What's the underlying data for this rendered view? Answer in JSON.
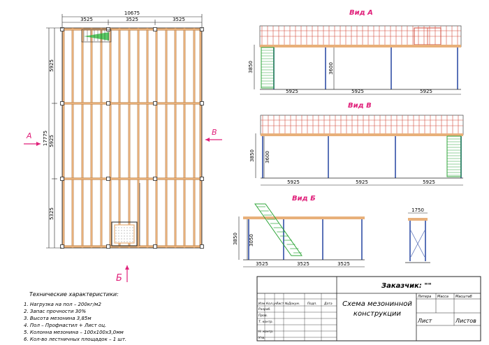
{
  "plan": {
    "dim_total": "10675",
    "dim_bays": [
      "3525",
      "3525",
      "3525"
    ],
    "dim_height_total": "17775",
    "dim_rows": [
      "5925",
      "5925",
      "5325"
    ],
    "label_a": "A",
    "label_v": "B",
    "label_b": "Б"
  },
  "view_a": {
    "title": "Вид А",
    "height_left": "3850",
    "height_inner": "3600",
    "spans": [
      "5925",
      "5925",
      "5925"
    ]
  },
  "view_v": {
    "title": "Вид В",
    "height_left": "3850",
    "height_inner": "3600",
    "spans": [
      "5925",
      "5925",
      "5925"
    ]
  },
  "view_b": {
    "title": "Вид Б",
    "height_left": "3850",
    "height_inner": "3050",
    "spans": [
      "3525",
      "3525",
      "3525"
    ]
  },
  "side_view": {
    "width": "1750"
  },
  "specs": {
    "title": "Технические характеристики:",
    "items": [
      "1.  Нагрузка на пол – 200кг/м2",
      "2.  Запас прочности 30%",
      "3.  Высота мезонина 3,85м",
      "4.  Пол – Профнастил + Лист оц.",
      "5.  Колонна мезонина – 100х100х3,0мм",
      "6.  Кол-во лестничных площадок – 1 шт."
    ]
  },
  "title_block": {
    "customer": "Заказчик: \"\"",
    "name_line1": "Схема мезонинной",
    "name_line2": "конструкции",
    "cols": [
      "Изм",
      "Кол.уч",
      "Лист",
      "№Докум.",
      "Подп.",
      "Дата"
    ],
    "rows": [
      "Разраб.",
      "Пров.",
      "Т. контр.",
      "Н. контр.",
      "Утв."
    ],
    "litera": "Литера",
    "massa": "Масса",
    "masshtab": "Масштаб",
    "list": "Лист",
    "listov": "Листов"
  },
  "colors": {
    "beam": "#e8b07a",
    "rail": "#d24a3a",
    "column": "#5a72b8",
    "stair": "#2fa63a",
    "accent": "#e0207a",
    "line": "#222222"
  }
}
